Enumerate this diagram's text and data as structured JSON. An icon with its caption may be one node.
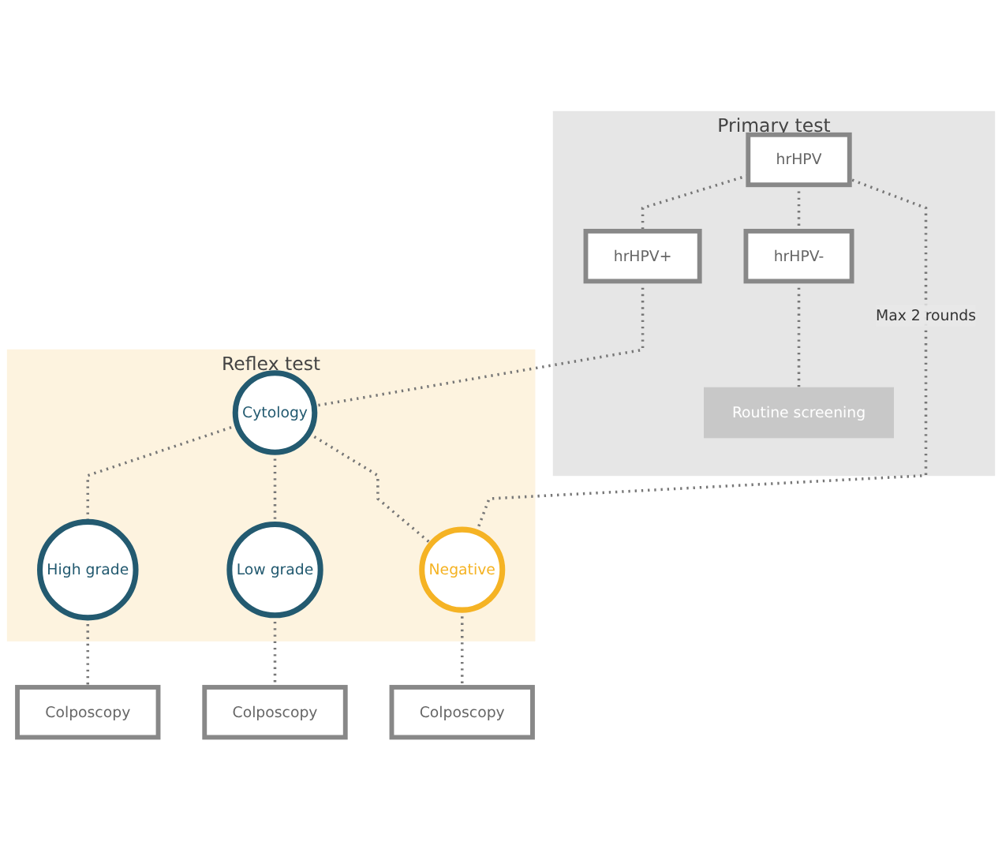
{
  "diagram": {
    "nodes": [
      {
        "text": [
          "Primary test"
        ]
      },
      {
        "text": [
          "hrHPV"
        ],
        "in": 0
      },
      {
        "text": [
          "hrHPV-"
        ],
        "in": 0
      },
      {
        "text": [
          "hrHPV+"
        ],
        "in": 0
      },
      {
        "text": [
          "Routine screening"
        ],
        "in": 0
      },
      {
        "text": [
          "Reflex test"
        ]
      },
      {
        "text": [
          "Cytology"
        ],
        "in": 5
      },
      {
        "text": [
          "High grade"
        ],
        "in": 5
      },
      {
        "text": [
          "Low grade"
        ],
        "in": 5
      },
      {
        "text": [
          "Negative"
        ],
        "in": 5
      },
      {
        "text": [
          "Colposcopy"
        ]
      },
      {
        "text": [
          "Colposcopy"
        ]
      },
      {
        "text": [
          "Colposcopy"
        ]
      }
    ],
    "edges": [
      {
        "from": 1,
        "to": 2,
        "arrow": "none",
        "style": "dashed"
      },
      {
        "from": 1,
        "to": 3,
        "arrow": "none",
        "style": "dashed"
      },
      {
        "from": 2,
        "to": 4,
        "arrow": "none",
        "style": "dashed"
      },
      {
        "from": 3,
        "to": 6,
        "arrow": "none",
        "style": "dashed"
      },
      {
        "from": 6,
        "to": 7,
        "arrow": "none",
        "style": "dashed"
      },
      {
        "from": 6,
        "to": 8,
        "arrow": "none",
        "style": "dashed"
      },
      {
        "from": 6,
        "to": 9,
        "arrow": "none",
        "style": "dashed"
      },
      {
        "from": 7,
        "to": 10,
        "arrow": "none",
        "style": "dashed"
      },
      {
        "from": 8,
        "to": 11,
        "arrow": "none",
        "style": "dashed"
      },
      {
        "from": 9,
        "to": 12,
        "arrow": "none",
        "style": "dashed"
      },
      {
        "from": 9,
        "to": 1,
        "label": "Max 2 rounds",
        "arrow": "none",
        "style": "dashed"
      }
    ]
  }
}
